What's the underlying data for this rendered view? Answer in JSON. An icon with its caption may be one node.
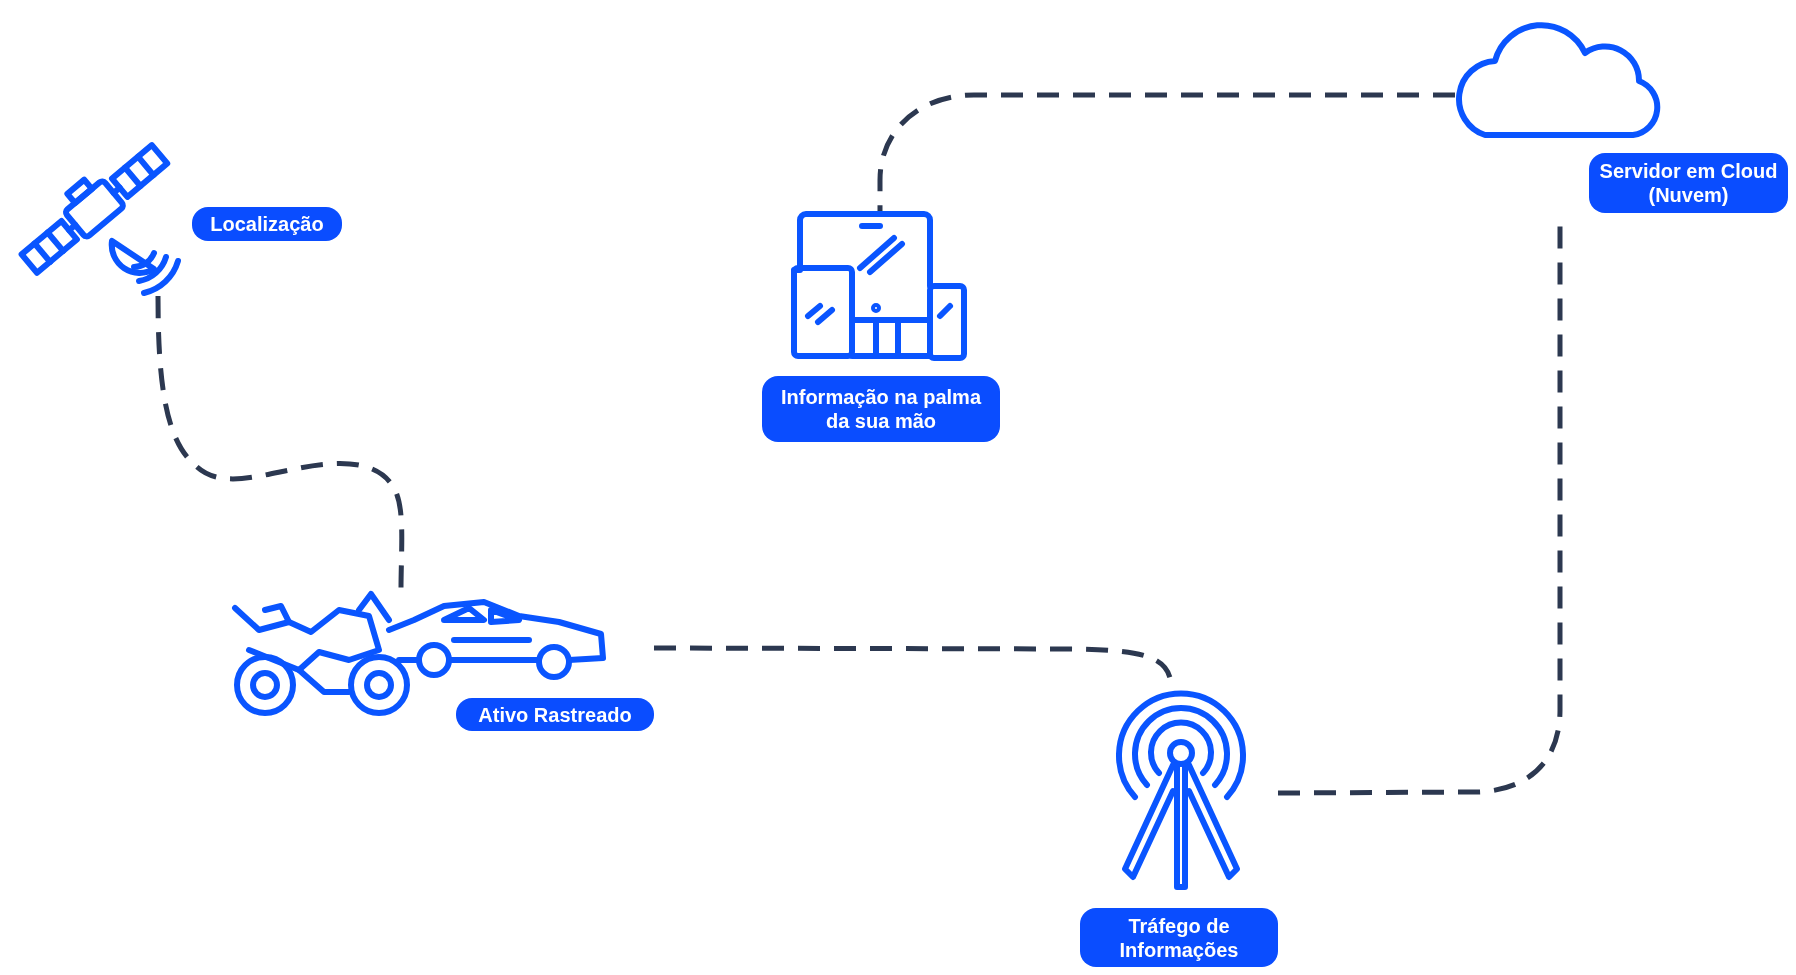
{
  "diagram": {
    "nodes": [
      {
        "text": [
          "Localização"
        ]
      },
      {
        "text": [
          "Ativo Rastreado"
        ]
      },
      {
        "text": [
          "Tráfego de Informações"
        ]
      },
      {
        "text": [
          "Servidor em Cloud (Nuvem)"
        ]
      },
      {
        "text": [
          "Informação na palma da sua mão"
        ]
      }
    ],
    "edges": [
      {
        "from": 0,
        "to": 1,
        "arrow": "none"
      },
      {
        "from": 1,
        "to": 2,
        "arrow": "none"
      },
      {
        "from": 2,
        "to": 3,
        "arrow": "none"
      },
      {
        "from": 3,
        "to": 4,
        "arrow": "none"
      }
    ]
  }
}
